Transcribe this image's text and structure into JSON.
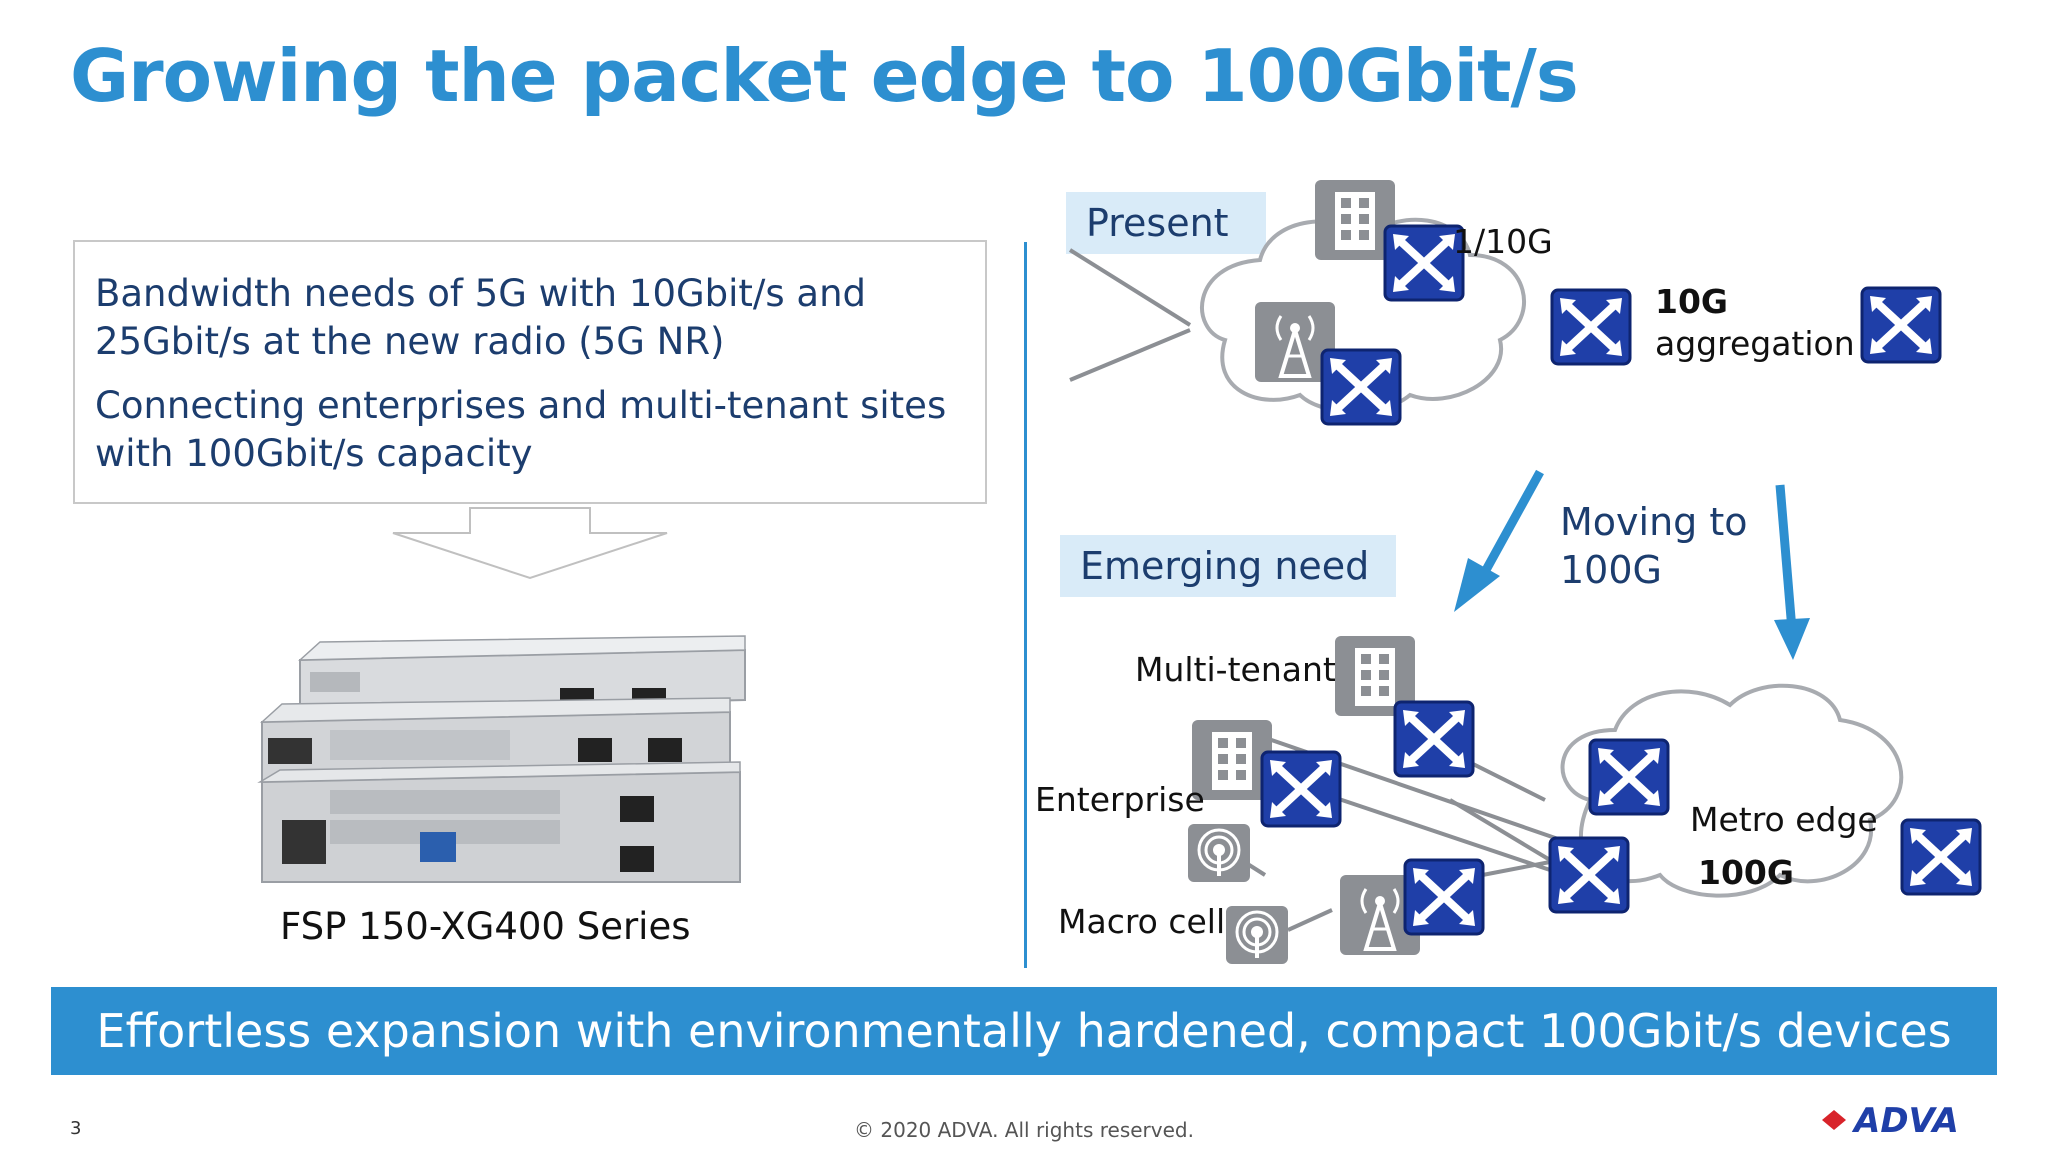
{
  "slide": {
    "title": "Growing the packet edge to 100Gbit/s",
    "bullets": [
      "Bandwidth needs of 5G with 10Gbit/s and 25Gbit/s at the new radio (5G NR)",
      "Connecting enterprises and multi-tenant sites with 100Gbit/s capacity"
    ],
    "product_caption": "FSP 150-XG400 Series",
    "banner": "Effortless expansion with environmentally hardened, compact 100Gbit/s devices",
    "page_number": "3",
    "copyright": "© 2020 ADVA. All rights reserved.",
    "logo_text": "ADVA"
  },
  "diagram": {
    "present_label": "Present",
    "emerging_label": "Emerging need",
    "link_speed": "1/10G",
    "aggregation_speed": "10G",
    "aggregation_label": "aggregation",
    "moving_line1": "Moving to",
    "moving_line2": "100G",
    "multi_tenant": "Multi-tenant",
    "enterprise": "Enterprise",
    "macro_cell": "Macro cell",
    "metro_label": "Metro edge",
    "metro_speed": "100G"
  },
  "colors": {
    "accent": "#2d8fd0",
    "title": "#2d8fd0",
    "switch_blue": "#1f3fa8",
    "label_bg": "#d9ebf8",
    "text_dark_blue": "#1c3d6e"
  }
}
